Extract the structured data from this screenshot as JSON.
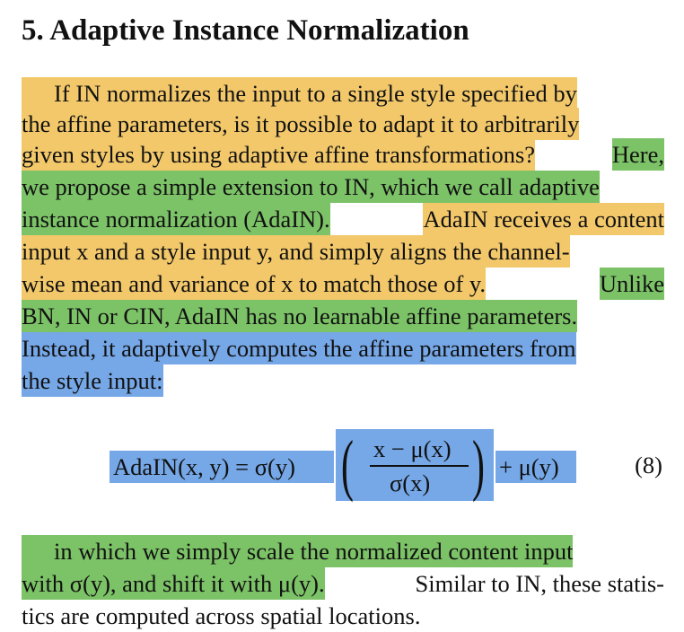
{
  "section": {
    "number": "5.",
    "title": "Adaptive Instance Normalization"
  },
  "paragraph1": {
    "lines": [
      [
        {
          "text": "If IN normalizes the input to a single style specified by",
          "hl": "y"
        }
      ],
      [
        {
          "text": "the affine parameters, is it possible to adapt it to arbitrarily",
          "hl": "y"
        }
      ],
      [
        {
          "text": "given styles by using adaptive affine transformations?",
          "hl": "y"
        },
        {
          "text": "Here,",
          "hl": "g"
        }
      ],
      [
        {
          "text": "we propose a simple extension to IN, which we call adaptive",
          "hl": "g"
        }
      ],
      [
        {
          "text": "instance normalization (AdaIN).",
          "hl": "g"
        },
        {
          "text": "AdaIN receives a content",
          "hl": "y"
        }
      ],
      [
        {
          "text": "input x and a style input y, and simply aligns the channel-",
          "hl": "y"
        }
      ],
      [
        {
          "text": "wise mean and variance of x to match those of y.",
          "hl": "y"
        },
        {
          "text": "Unlike",
          "hl": "g"
        }
      ],
      [
        {
          "text": "BN, IN or CIN, AdaIN has no learnable affine parameters.",
          "hl": "g"
        }
      ],
      [
        {
          "text": "Instead, it adaptively computes the affine parameters from",
          "hl": "b"
        }
      ],
      [
        {
          "text": "the style input:",
          "hl": "b"
        }
      ]
    ]
  },
  "equation": {
    "lhs": "AdaIN(x, y) = σ(y)",
    "numerator": "x − μ(x)",
    "denominator": "σ(x)",
    "rhs": "+ μ(y)",
    "number": "(8)"
  },
  "paragraph2": {
    "lines": [
      [
        {
          "text": "in which we simply scale the normalized content input",
          "hl": "g"
        }
      ],
      [
        {
          "text": "with σ(y), and shift it with μ(y).",
          "hl": "g"
        },
        {
          "text": "Similar to IN, these statis-",
          "hl": "w"
        }
      ],
      [
        {
          "text": "tics are computed across spatial locations.",
          "hl": "w"
        }
      ]
    ]
  }
}
